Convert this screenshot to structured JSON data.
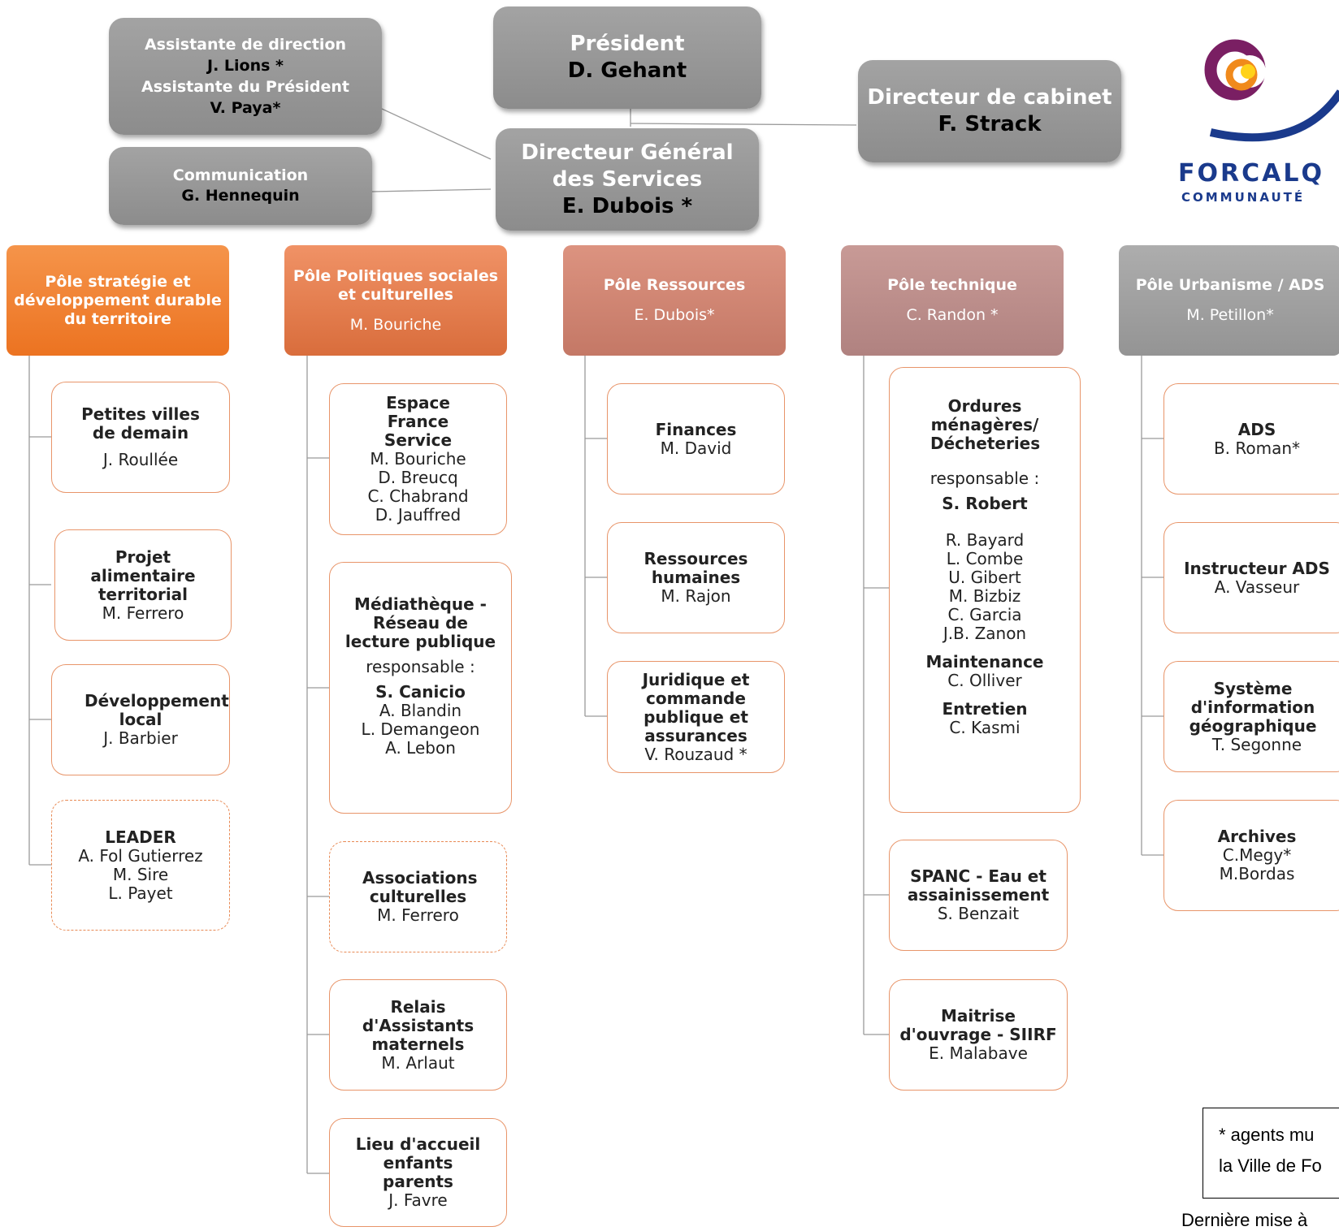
{
  "top": {
    "assistants": [
      "Assistante de direction",
      "J. Lions *",
      "Assistante du Président",
      "V. Paya*"
    ],
    "communication": {
      "title": "Communication",
      "name": "G. Hennequin"
    },
    "president": {
      "title": "Président",
      "name": "D. Gehant"
    },
    "dgs": {
      "title1": "Directeur Général",
      "title2": "des Services",
      "name": "E. Dubois *"
    },
    "cabinet": {
      "title": "Directeur de cabinet",
      "name": "F. Strack"
    }
  },
  "logo": {
    "line1": "FORCALQ",
    "line2": "COMMUNAUTÉ"
  },
  "poles": [
    {
      "name": "Pôle stratégie et développement durable du territoire",
      "head": "",
      "color": "#ee7d2e",
      "services": [
        {
          "title": "Petites villes de demain",
          "people": [
            "J. Roullée"
          ]
        },
        {
          "title": "Projet alimentaire territorial",
          "people": [
            "M. Ferrero"
          ]
        },
        {
          "title": "Développement local",
          "people": [
            "J. Barbier"
          ]
        },
        {
          "title": "LEADER",
          "people": [
            "A. Fol Gutierrez",
            "M. Sire",
            "L. Payet"
          ]
        }
      ]
    },
    {
      "name": "Pôle Politiques sociales et culturelles",
      "head": "M. Bouriche",
      "color": "#e2784a",
      "services": [
        {
          "title": "Espace France Service",
          "people": [
            "M. Bouriche",
            "D. Breucq",
            "C. Chabrand",
            "D. Jauffred"
          ]
        },
        {
          "title": "Médiathèque - Réseau de lecture publique",
          "label": "responsable :",
          "lead": "S. Canicio",
          "people": [
            "A. Blandin",
            "L. Demangeon",
            "A. Lebon"
          ]
        },
        {
          "title": "Associations culturelles",
          "people": [
            "M. Ferrero"
          ]
        },
        {
          "title": "Relais d'Assistants maternels",
          "people": [
            "M. Arlaut"
          ]
        },
        {
          "title": "Lieu d'accueil enfants parents",
          "people": [
            "J. Favre"
          ]
        }
      ]
    },
    {
      "name": "Pôle Ressources",
      "head": "E. Dubois*",
      "color": "#cc8474",
      "services": [
        {
          "title": "Finances",
          "people": [
            "M. David"
          ]
        },
        {
          "title": "Ressources humaines",
          "people": [
            "M. Rajon"
          ]
        },
        {
          "title": "Juridique et commande publique et assurances",
          "people": [
            "V. Rouzaud *"
          ]
        }
      ]
    },
    {
      "name": "Pôle technique",
      "head": "C. Randon *",
      "color": "#b88c8a",
      "services": [
        {
          "title": "Ordures ménagères/ Décheteries",
          "label": "responsable :",
          "lead": "S. Robert",
          "people": [
            "R. Bayard",
            "L. Combe",
            "U. Gibert",
            "M. Bizbiz",
            "C. Garcia",
            "J.B. Zanon"
          ],
          "sub": [
            {
              "title": "Maintenance",
              "people": [
                "C. Olliver"
              ]
            },
            {
              "title": "Entretien",
              "people": [
                "C. Kasmi"
              ]
            }
          ]
        },
        {
          "title": "SPANC - Eau et assainissement",
          "people": [
            "S. Benzait"
          ]
        },
        {
          "title": "Maitrise d'ouvrage - SIIRF",
          "people": [
            "E. Malabave"
          ]
        }
      ]
    },
    {
      "name": "Pôle Urbanisme / ADS",
      "head": "M. Petillon*",
      "color": "#a3a3a3",
      "services": [
        {
          "title": "ADS",
          "people": [
            "B. Roman*"
          ]
        },
        {
          "title": "Instructeur ADS",
          "people": [
            "A. Vasseur"
          ]
        },
        {
          "title": "Système d'information géographique",
          "people": [
            "T. Segonne"
          ]
        },
        {
          "title": "Archives",
          "people": [
            "C.Megy*",
            "M.Bordas"
          ]
        }
      ]
    }
  ],
  "footnote": {
    "line1": "* agents mu",
    "line2": "la Ville de Fo"
  },
  "update": "Dernière mise à"
}
